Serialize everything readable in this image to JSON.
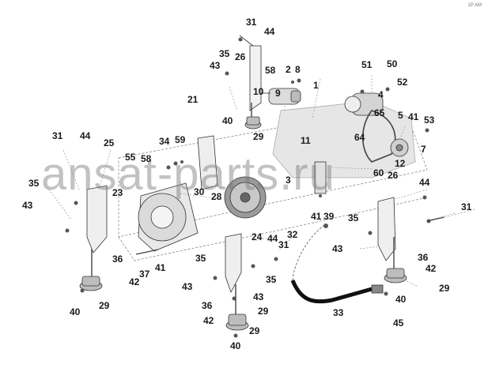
{
  "corner_mark": "1P AM",
  "watermark": "ansat-parts.ru",
  "callouts": [
    {
      "id": "c31a",
      "text": "31"
    },
    {
      "id": "c44a",
      "text": "44"
    },
    {
      "id": "c35a",
      "text": "35"
    },
    {
      "id": "c26a",
      "text": "26"
    },
    {
      "id": "c43a",
      "text": "43"
    },
    {
      "id": "c58a",
      "text": "58"
    },
    {
      "id": "c2",
      "text": "2"
    },
    {
      "id": "c8",
      "text": "8"
    },
    {
      "id": "c51",
      "text": "51"
    },
    {
      "id": "c50",
      "text": "50"
    },
    {
      "id": "c52",
      "text": "52"
    },
    {
      "id": "c1",
      "text": "1"
    },
    {
      "id": "c10",
      "text": "10"
    },
    {
      "id": "c9",
      "text": "9"
    },
    {
      "id": "c4",
      "text": "4"
    },
    {
      "id": "c21",
      "text": "21"
    },
    {
      "id": "c65",
      "text": "65"
    },
    {
      "id": "c5",
      "text": "5"
    },
    {
      "id": "c41a",
      "text": "41"
    },
    {
      "id": "c53",
      "text": "53"
    },
    {
      "id": "c40a",
      "text": "40"
    },
    {
      "id": "c29a",
      "text": "29"
    },
    {
      "id": "c11",
      "text": "11"
    },
    {
      "id": "c64",
      "text": "64"
    },
    {
      "id": "c7",
      "text": "7"
    },
    {
      "id": "c31b",
      "text": "31"
    },
    {
      "id": "c44b",
      "text": "44"
    },
    {
      "id": "c25",
      "text": "25"
    },
    {
      "id": "c34",
      "text": "34"
    },
    {
      "id": "c59",
      "text": "59"
    },
    {
      "id": "c55",
      "text": "55"
    },
    {
      "id": "c58b",
      "text": "58"
    },
    {
      "id": "c12",
      "text": "12"
    },
    {
      "id": "c60",
      "text": "60"
    },
    {
      "id": "c26b",
      "text": "26"
    },
    {
      "id": "c35b",
      "text": "35"
    },
    {
      "id": "c3",
      "text": "3"
    },
    {
      "id": "c44c",
      "text": "44"
    },
    {
      "id": "c43b",
      "text": "43"
    },
    {
      "id": "c23",
      "text": "23"
    },
    {
      "id": "c30",
      "text": "30"
    },
    {
      "id": "c28",
      "text": "28"
    },
    {
      "id": "c41b",
      "text": "41"
    },
    {
      "id": "c39",
      "text": "39"
    },
    {
      "id": "c31c",
      "text": "31"
    },
    {
      "id": "c35c",
      "text": "35"
    },
    {
      "id": "c32",
      "text": "32"
    },
    {
      "id": "c24",
      "text": "24"
    },
    {
      "id": "c44d",
      "text": "44"
    },
    {
      "id": "c31d",
      "text": "31"
    },
    {
      "id": "c43c",
      "text": "43"
    },
    {
      "id": "c36a",
      "text": "36"
    },
    {
      "id": "c41c",
      "text": "41"
    },
    {
      "id": "c37",
      "text": "37"
    },
    {
      "id": "c35d",
      "text": "35"
    },
    {
      "id": "c35e",
      "text": "35"
    },
    {
      "id": "c36b",
      "text": "36"
    },
    {
      "id": "c42a",
      "text": "42"
    },
    {
      "id": "c29b",
      "text": "29"
    },
    {
      "id": "c43d",
      "text": "43"
    },
    {
      "id": "c43e",
      "text": "43"
    },
    {
      "id": "c40b",
      "text": "40"
    },
    {
      "id": "c29c",
      "text": "29"
    },
    {
      "id": "c36c",
      "text": "36"
    },
    {
      "id": "c42b",
      "text": "42"
    },
    {
      "id": "c29d",
      "text": "29"
    },
    {
      "id": "c40c",
      "text": "40"
    },
    {
      "id": "c42c",
      "text": "42"
    },
    {
      "id": "c33",
      "text": "33"
    },
    {
      "id": "c45",
      "text": "45"
    },
    {
      "id": "c29e",
      "text": "29"
    },
    {
      "id": "c40d",
      "text": "40"
    }
  ]
}
